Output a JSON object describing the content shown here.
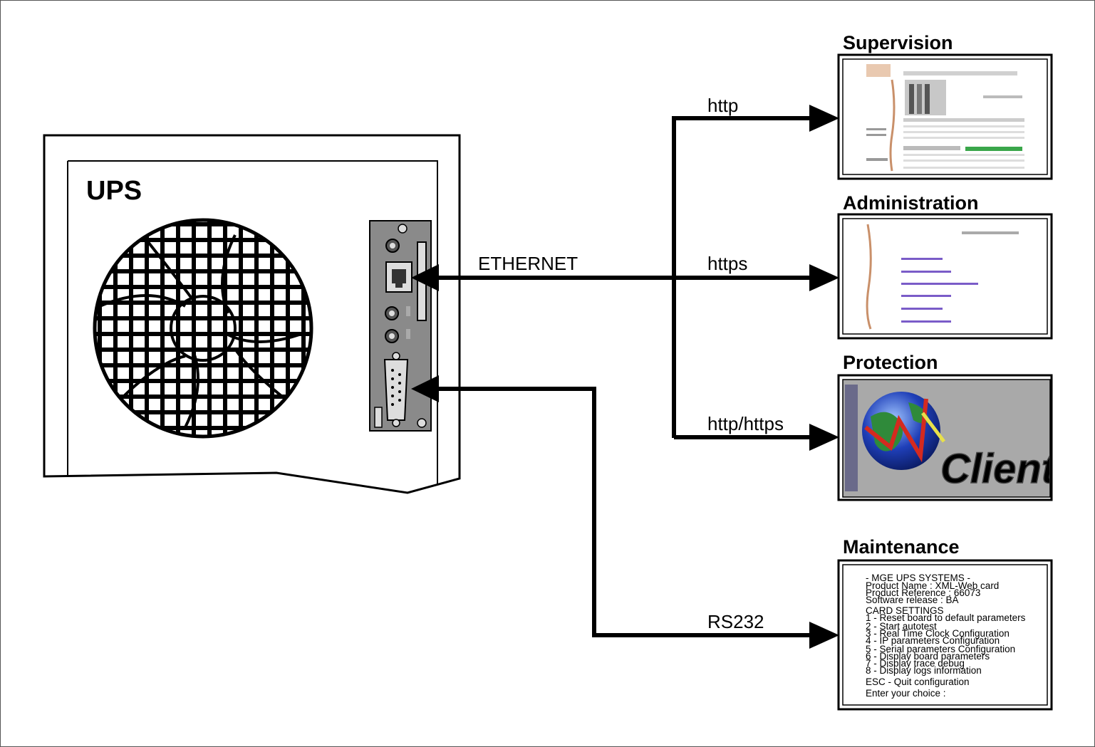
{
  "ups": {
    "label": "UPS"
  },
  "links": {
    "ethernet": "ETHERNET",
    "http": "http",
    "https": "https",
    "http_https": "http/https",
    "rs232": "RS232"
  },
  "panels": {
    "supervision": {
      "title": "Supervision"
    },
    "administration": {
      "title": "Administration"
    },
    "protection": {
      "title": "Protection",
      "logo_text": "Client"
    },
    "maintenance": {
      "title": "Maintenance",
      "lines": [
        "- MGE UPS SYSTEMS -",
        "Product Name      : XML-Web card",
        "Product Reference : 66073",
        "Software release  : BA",
        "CARD SETTINGS",
        "1 - Reset board to default parameters",
        "2 - Start autotest",
        "3 - Real Time Clock Configuration",
        "4 - IP parameters Configuration",
        "5 - Serial parameters Configuration",
        "6 - Display board parameters",
        "7 - Display trace debug",
        "8 - Display logs information",
        "ESC - Quit configuration",
        "Enter your choice :"
      ]
    }
  },
  "colors": {
    "line": "#000000",
    "card": "#8a8a8a",
    "globe_blue": "#1f3fb8",
    "globe_green": "#2f8a3a",
    "logo_yellow": "#e8e04a",
    "logo_red": "#d42a1f",
    "protection_bg": "#a9a9a9",
    "supervision_green": "#3aa64a",
    "admin_link": "#7a5cc8"
  }
}
